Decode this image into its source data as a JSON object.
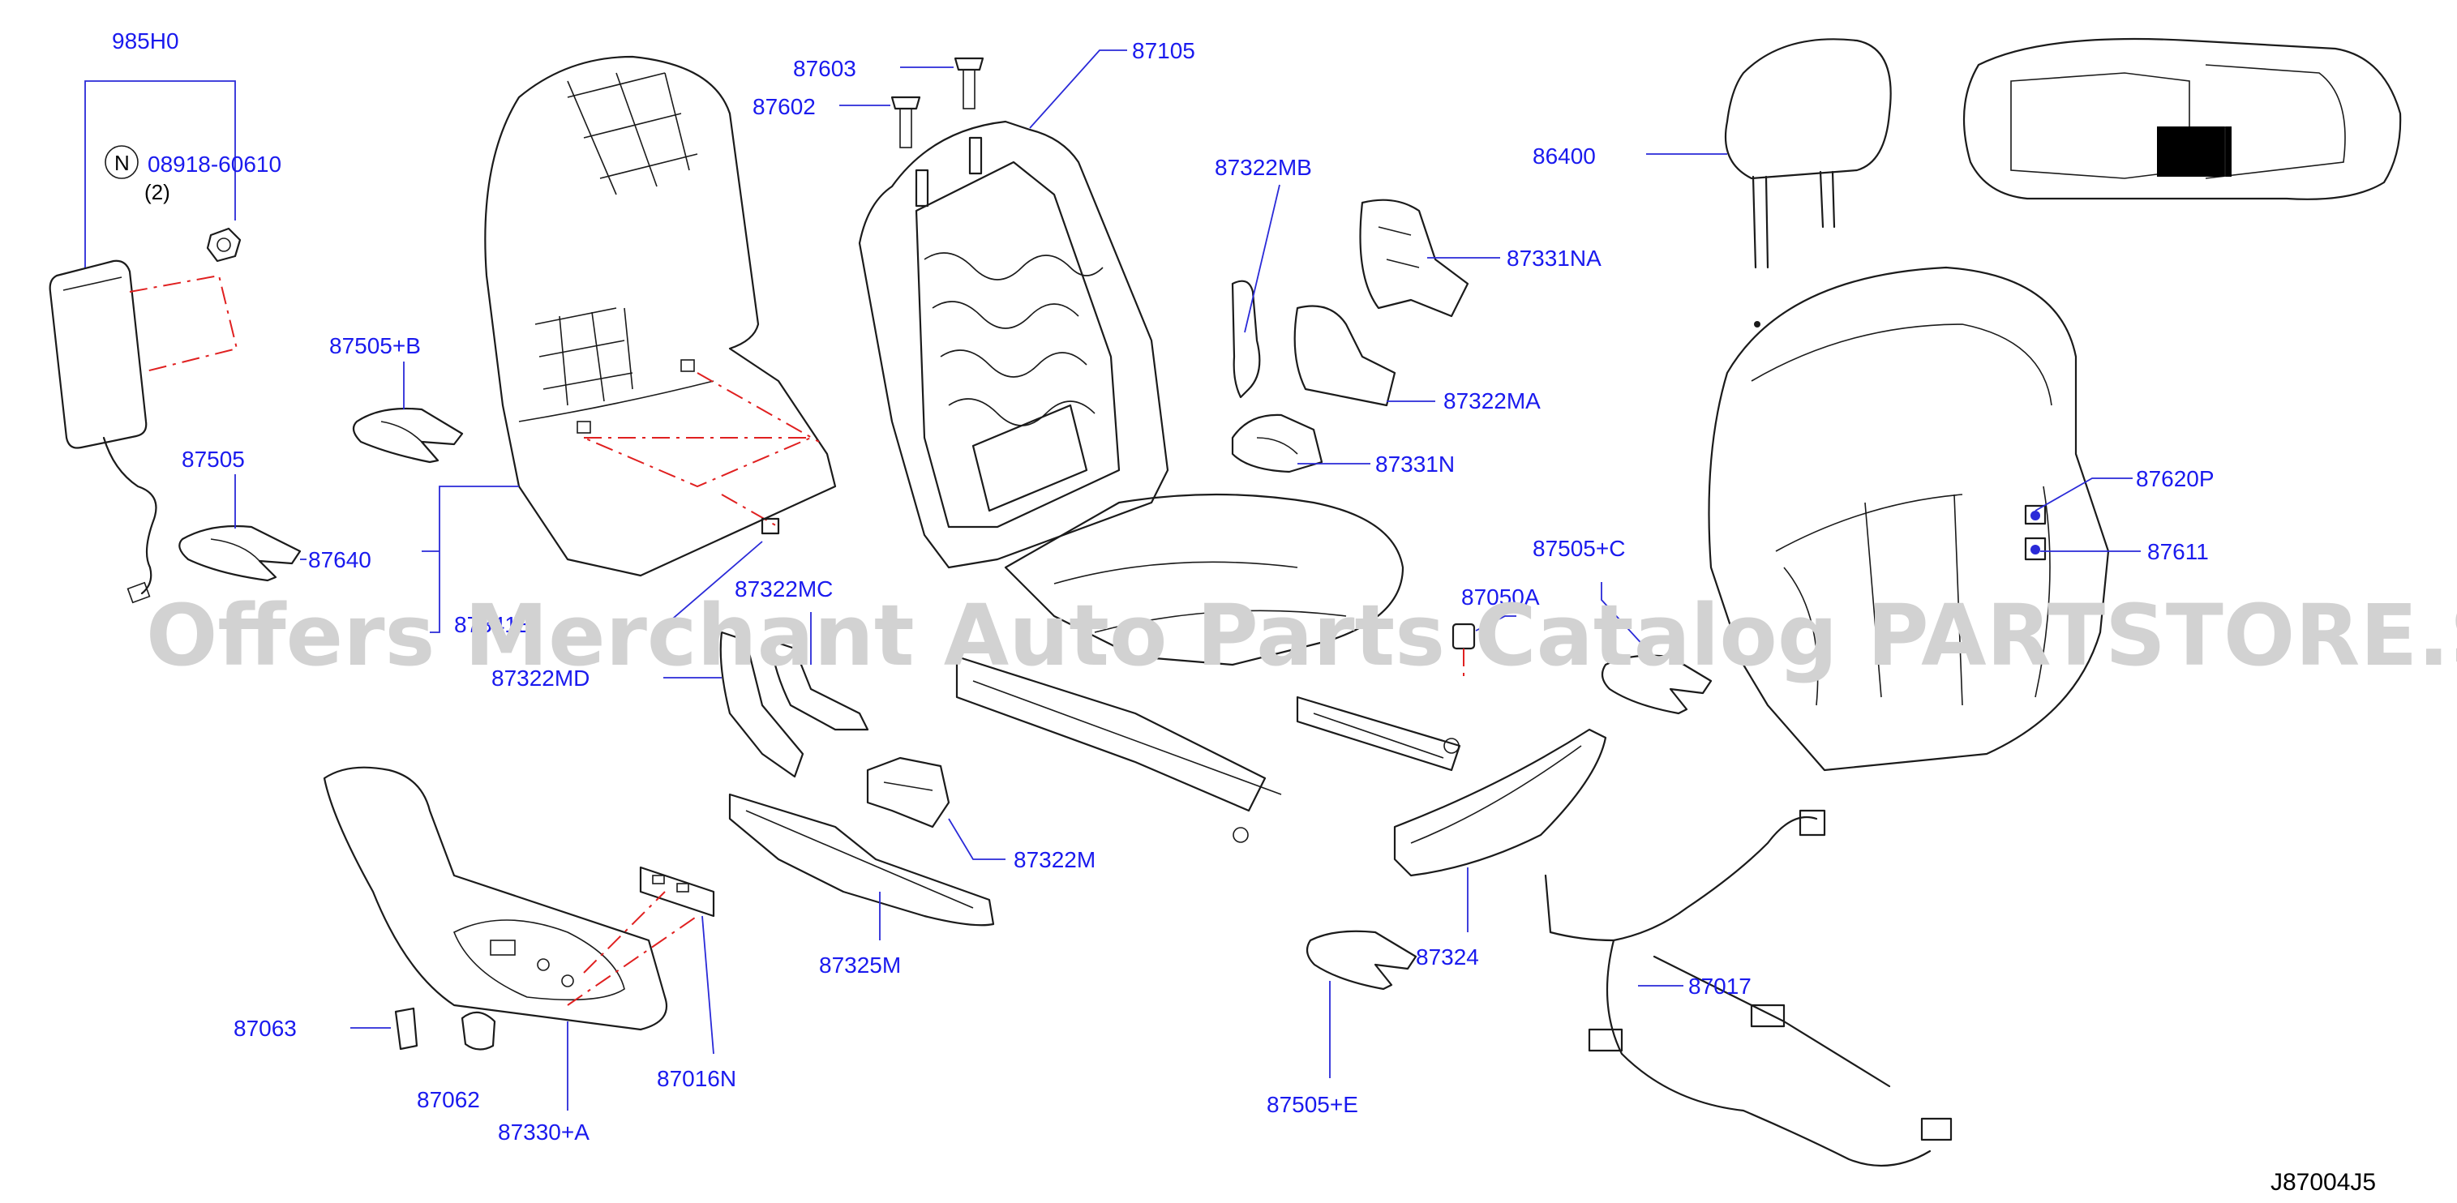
{
  "diagram_code": "J87004J5",
  "watermark": "Offers Merchant Auto Parts Catalog PARTSTORE.SA",
  "colors": {
    "label": "#1a1aee",
    "leader": "#2a2ad8",
    "dash": "#e02020",
    "line": "#1b1b1b",
    "watermark": "#d2d2d2"
  },
  "labels": {
    "p985H0": "985H0",
    "p08918": "08918-60610",
    "n_symbol": "N",
    "qty2": "(2)",
    "p87505B": "87505+B",
    "p87505": "87505",
    "p87640": "87640",
    "p87603": "87603",
    "p87602": "87602",
    "p87105": "87105",
    "p87322MB": "87322MB",
    "p87331NA": "87331NA",
    "p87322MA": "87322MA",
    "p87331N": "87331N",
    "p86400": "86400",
    "p87620P": "87620P",
    "p87611": "87611",
    "p87505C": "87505+C",
    "p87050A": "87050A",
    "p87322MC": "87322MC",
    "p87322MD": "87322MD",
    "p8734xE": "87341E",
    "p87322M": "87322M",
    "p87325M": "87325M",
    "p87324": "87324",
    "p87017": "87017",
    "p87505E": "87505+E",
    "p87063": "87063",
    "p87062": "87062",
    "p87330A": "87330+A",
    "p87016N": "87016N"
  }
}
